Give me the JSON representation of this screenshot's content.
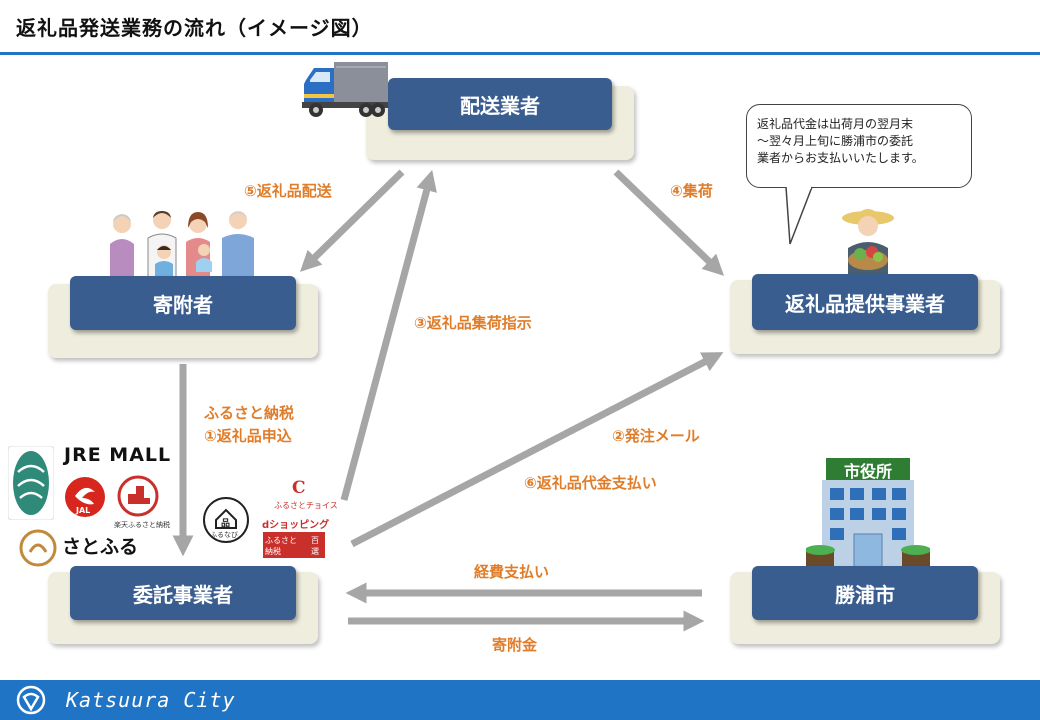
{
  "page": {
    "title": "返礼品発送業務の流れ（イメージ図）"
  },
  "nodes": {
    "delivery": "配送業者",
    "donor": "寄附者",
    "provider": "返礼品提供事業者",
    "contractor": "委託事業者",
    "city": "勝浦市"
  },
  "flows": {
    "f1a": "ふるさと納税",
    "f1b": "①返礼品申込",
    "f2": "②発注メール",
    "f3": "③返礼品集荷指示",
    "f4": "④集荷",
    "f5": "⑤返礼品配送",
    "f6": "⑥返礼品代金支払い",
    "expenses": "経費支払い",
    "donation": "寄附金"
  },
  "bubble": {
    "lines": [
      "返礼品代金は出荷月の翌月末",
      "～翌々月上旬に勝浦市の委託",
      "業者からお支払いいたします。"
    ]
  },
  "building_sign": "市役所",
  "portals": {
    "jre": "JRE MALL",
    "jal": "JAL",
    "rakuten": "楽天ふるさと納税",
    "satofull": "さとふる",
    "furunavi_icon": "品",
    "furunavi": "ふるなび",
    "choice_mark": "C",
    "choice": "ふるさとチョイス",
    "dshop": "dショッピング",
    "dshop_furu1": "ふるさと",
    "dshop_furu2": "納税",
    "dshop_hyaku1": "百",
    "dshop_hyaku2": "選"
  },
  "footer": {
    "text": "Katsuura City"
  },
  "colors": {
    "node": "#3a5d8f",
    "label": "#e07d2a",
    "accent": "#1f74c6",
    "arrow": "#a6a6a6"
  }
}
